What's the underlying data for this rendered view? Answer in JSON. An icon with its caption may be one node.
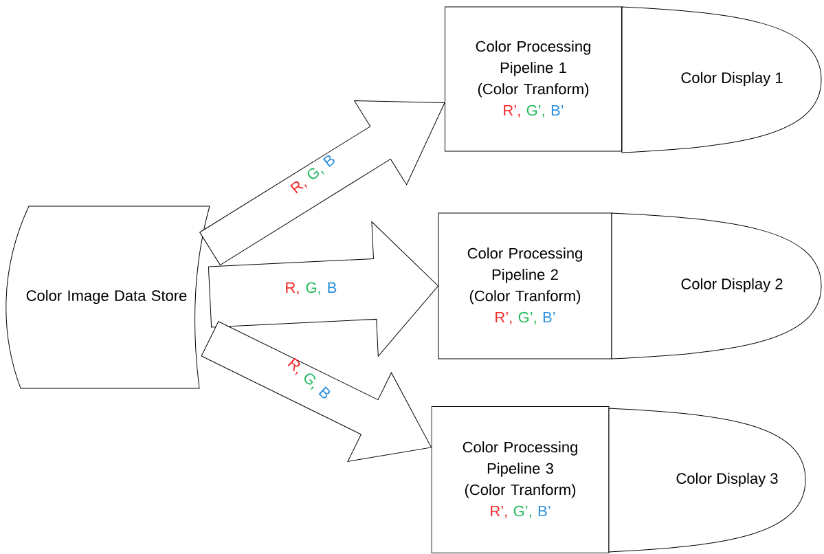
{
  "diagram": {
    "nodes": [
      {
        "text": [
          "Color Image Data Store"
        ]
      },
      {
        "text": [
          "Color Processing Pipeline 1 (Color Tranform)",
          "R’,",
          "G’,",
          "B’"
        ]
      },
      {
        "text": [
          "Color Processing Pipeline 2 (Color Tranform)",
          "R’,",
          "G’,",
          "B’"
        ]
      },
      {
        "text": [
          "Color Processing Pipeline 3 (Color Tranform)",
          "R’,",
          "G’,",
          "B’"
        ]
      },
      {
        "text": [
          "Color Display 1"
        ]
      },
      {
        "text": [
          "Color Display 2"
        ]
      },
      {
        "text": [
          "Color Display 3"
        ]
      }
    ],
    "edges": [
      {
        "from": 0,
        "to": 1,
        "arrow": "to"
      },
      {
        "from": 0,
        "to": 2,
        "arrow": "to"
      },
      {
        "from": 0,
        "to": 3,
        "arrow": "to"
      }
    ],
    "labels": [
      "R,",
      "G,",
      "B",
      "R,",
      "G,",
      "B",
      "R,",
      "G,",
      "B"
    ]
  }
}
